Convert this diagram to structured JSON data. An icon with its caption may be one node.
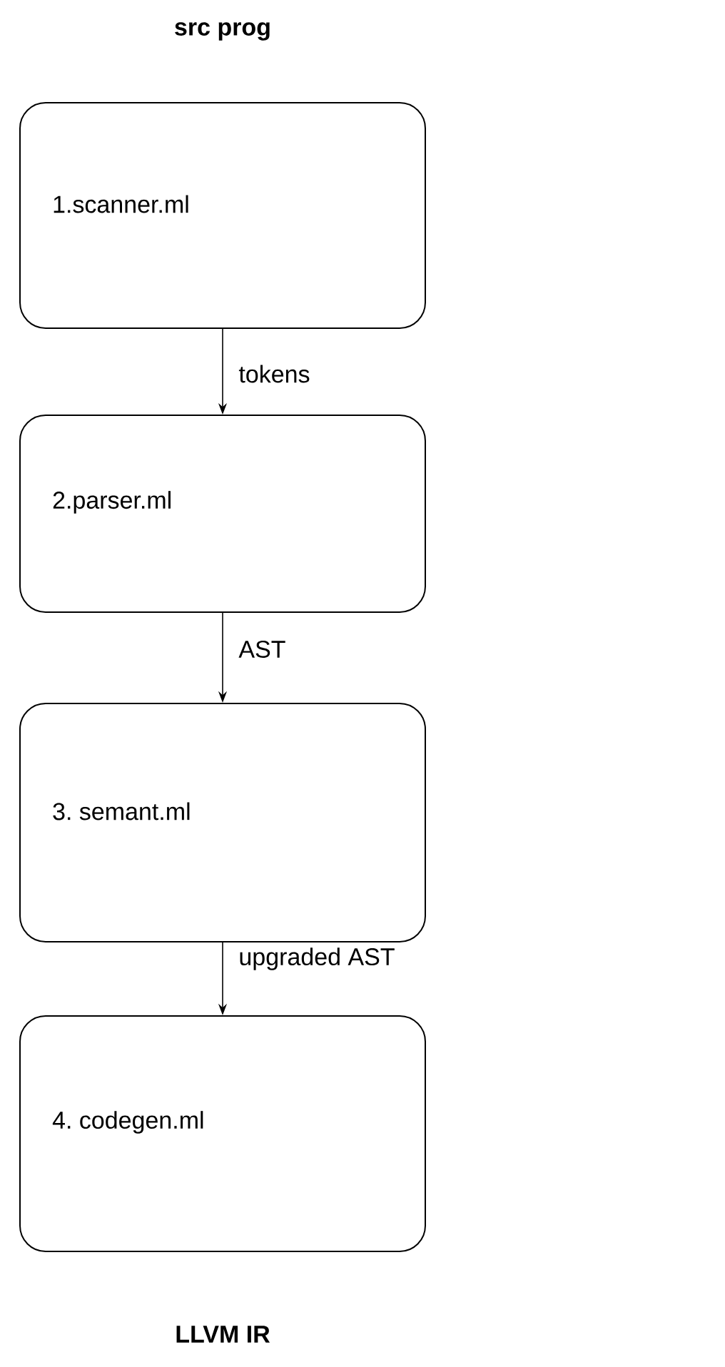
{
  "diagram": {
    "title": "src prog",
    "nodes": [
      {
        "text": [
          "1.scanner.ml"
        ]
      },
      {
        "text": [
          "2.parser.ml"
        ]
      },
      {
        "text": [
          "3. semant.ml"
        ]
      },
      {
        "text": [
          "4. codegen.ml"
        ]
      }
    ],
    "edges": [
      {
        "from": 0,
        "to": 1,
        "arrow": "to",
        "label": "tokens"
      },
      {
        "from": 1,
        "to": 2,
        "arrow": "to",
        "label": "AST"
      },
      {
        "from": 2,
        "to": 3,
        "arrow": "to",
        "label": "upgraded AST"
      }
    ],
    "labels": [
      "LLVM IR"
    ]
  }
}
